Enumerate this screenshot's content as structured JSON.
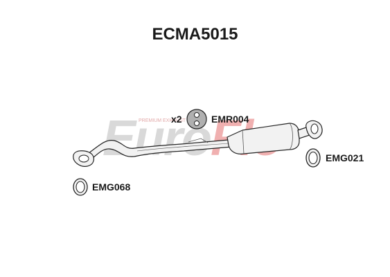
{
  "part_number": "ECMA5015",
  "brand": {
    "watermark_text": "EuroFlo",
    "tagline": "PREMIUM EXHAUST PARTS"
  },
  "components": {
    "rubber_mount": {
      "code": "EMR004",
      "quantity": "x2"
    },
    "gasket_right": {
      "code": "EMG021"
    },
    "gasket_left": {
      "code": "EMG068"
    }
  },
  "colors": {
    "watermark_grey": "#d9d9d9",
    "watermark_red": "#f0b0b0",
    "outline": "#222222",
    "pipe_fill": "#f2f2f2",
    "mount_fill": "#b0b0b0",
    "text": "#1a1a1a"
  }
}
